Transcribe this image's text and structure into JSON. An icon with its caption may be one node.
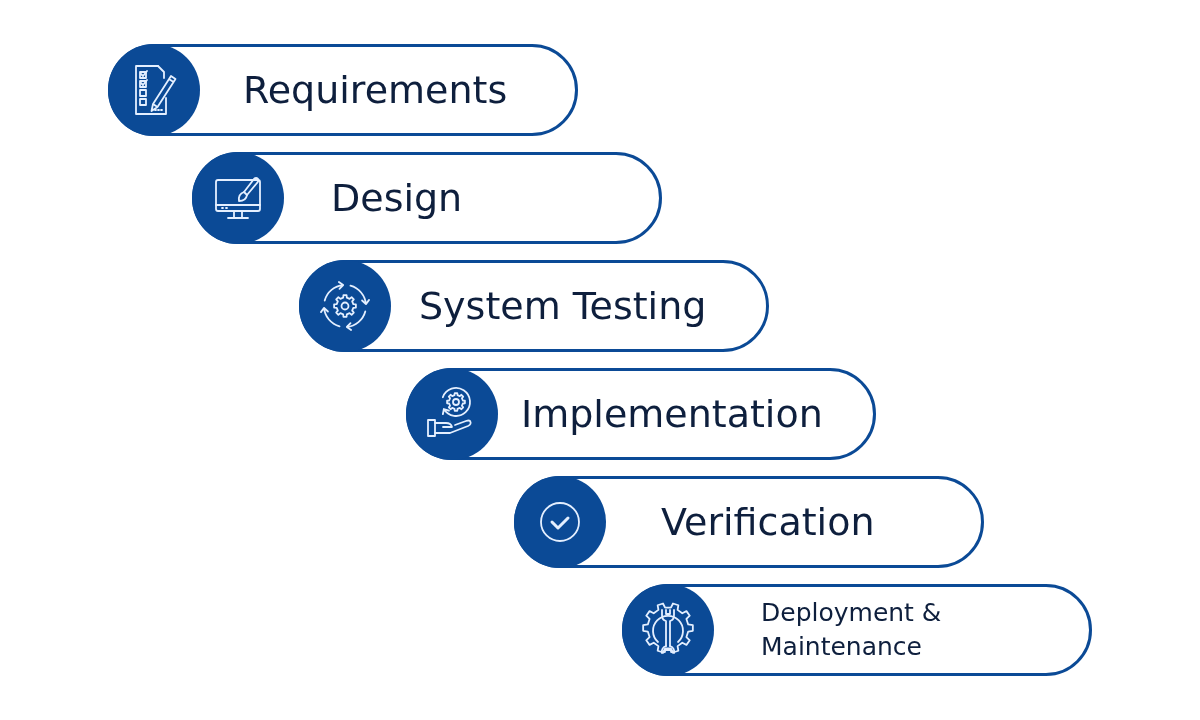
{
  "diagram": {
    "nodes": [
      {
        "text": [
          "Requirements"
        ]
      },
      {
        "text": [
          "Design"
        ]
      },
      {
        "text": [
          "System Testing"
        ]
      },
      {
        "text": [
          "Implementation"
        ]
      },
      {
        "text": [
          "Verification"
        ]
      },
      {
        "text": [
          "Deployment & Maintenance"
        ]
      }
    ]
  }
}
